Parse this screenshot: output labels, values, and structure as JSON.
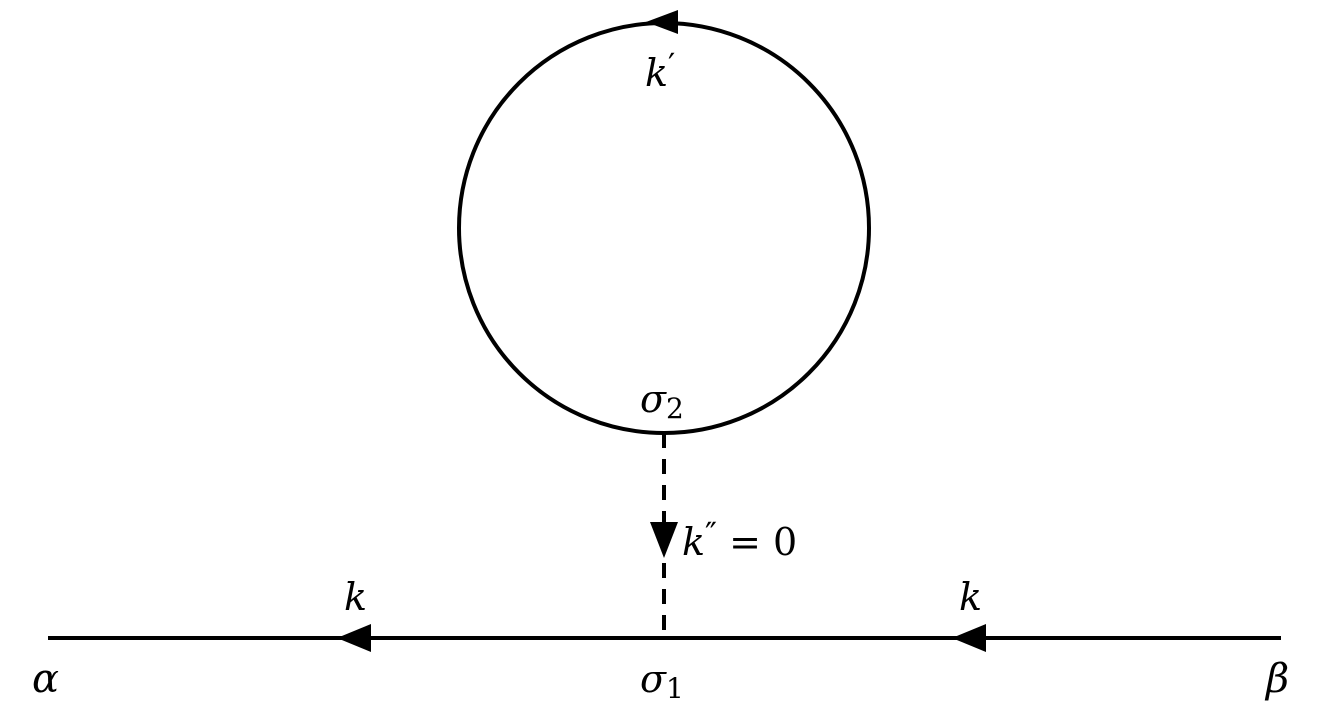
{
  "diagram": {
    "line_color": "#000000",
    "background": "#ffffff",
    "labels": {
      "alpha": "α",
      "beta": "β",
      "sigma1_base": "σ",
      "sigma1_sub": "1",
      "sigma2_base": "σ",
      "sigma2_sub": "2",
      "k_left": "k",
      "k_right": "k",
      "k_prime_base": "k",
      "k_prime_mark": "′",
      "k_double_prime_base": "k",
      "k_double_prime_mark": "″",
      "k_double_prime_eq": " = 0"
    }
  }
}
